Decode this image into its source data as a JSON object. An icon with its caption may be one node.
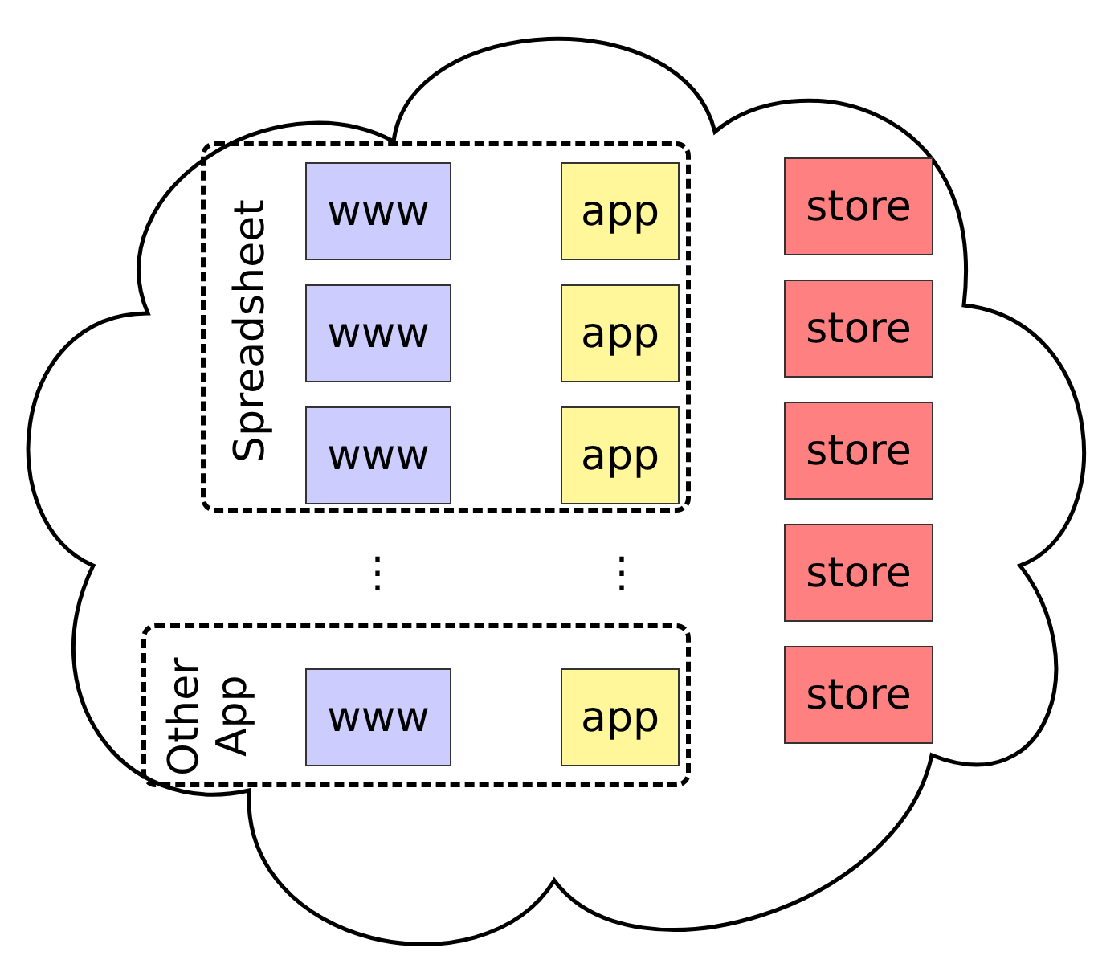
{
  "diagram": {
    "nodes": [
      {
        "text": [],
        "shape": "cloud"
      },
      {
        "text": [
          "Spreadsheet"
        ],
        "in": 0
      },
      {
        "text": [
          "www"
        ],
        "in": 1
      },
      {
        "text": [
          "app"
        ],
        "in": 1
      },
      {
        "text": [
          "www"
        ],
        "in": 1
      },
      {
        "text": [
          "app"
        ],
        "in": 1
      },
      {
        "text": [
          "www"
        ],
        "in": 1
      },
      {
        "text": [
          "app"
        ],
        "in": 1
      },
      {
        "text": [
          "store"
        ],
        "in": 0
      },
      {
        "text": [
          "store"
        ],
        "in": 0
      },
      {
        "text": [
          "store"
        ],
        "in": 0
      },
      {
        "text": [
          "store"
        ],
        "in": 0
      },
      {
        "text": [
          "store"
        ],
        "in": 0
      },
      {
        "text": [
          "Other App"
        ],
        "in": 0
      },
      {
        "text": [
          "www"
        ],
        "in": 13
      },
      {
        "text": [
          "app"
        ],
        "in": 13
      }
    ],
    "labels": [
      "⋮",
      "⋮"
    ]
  }
}
